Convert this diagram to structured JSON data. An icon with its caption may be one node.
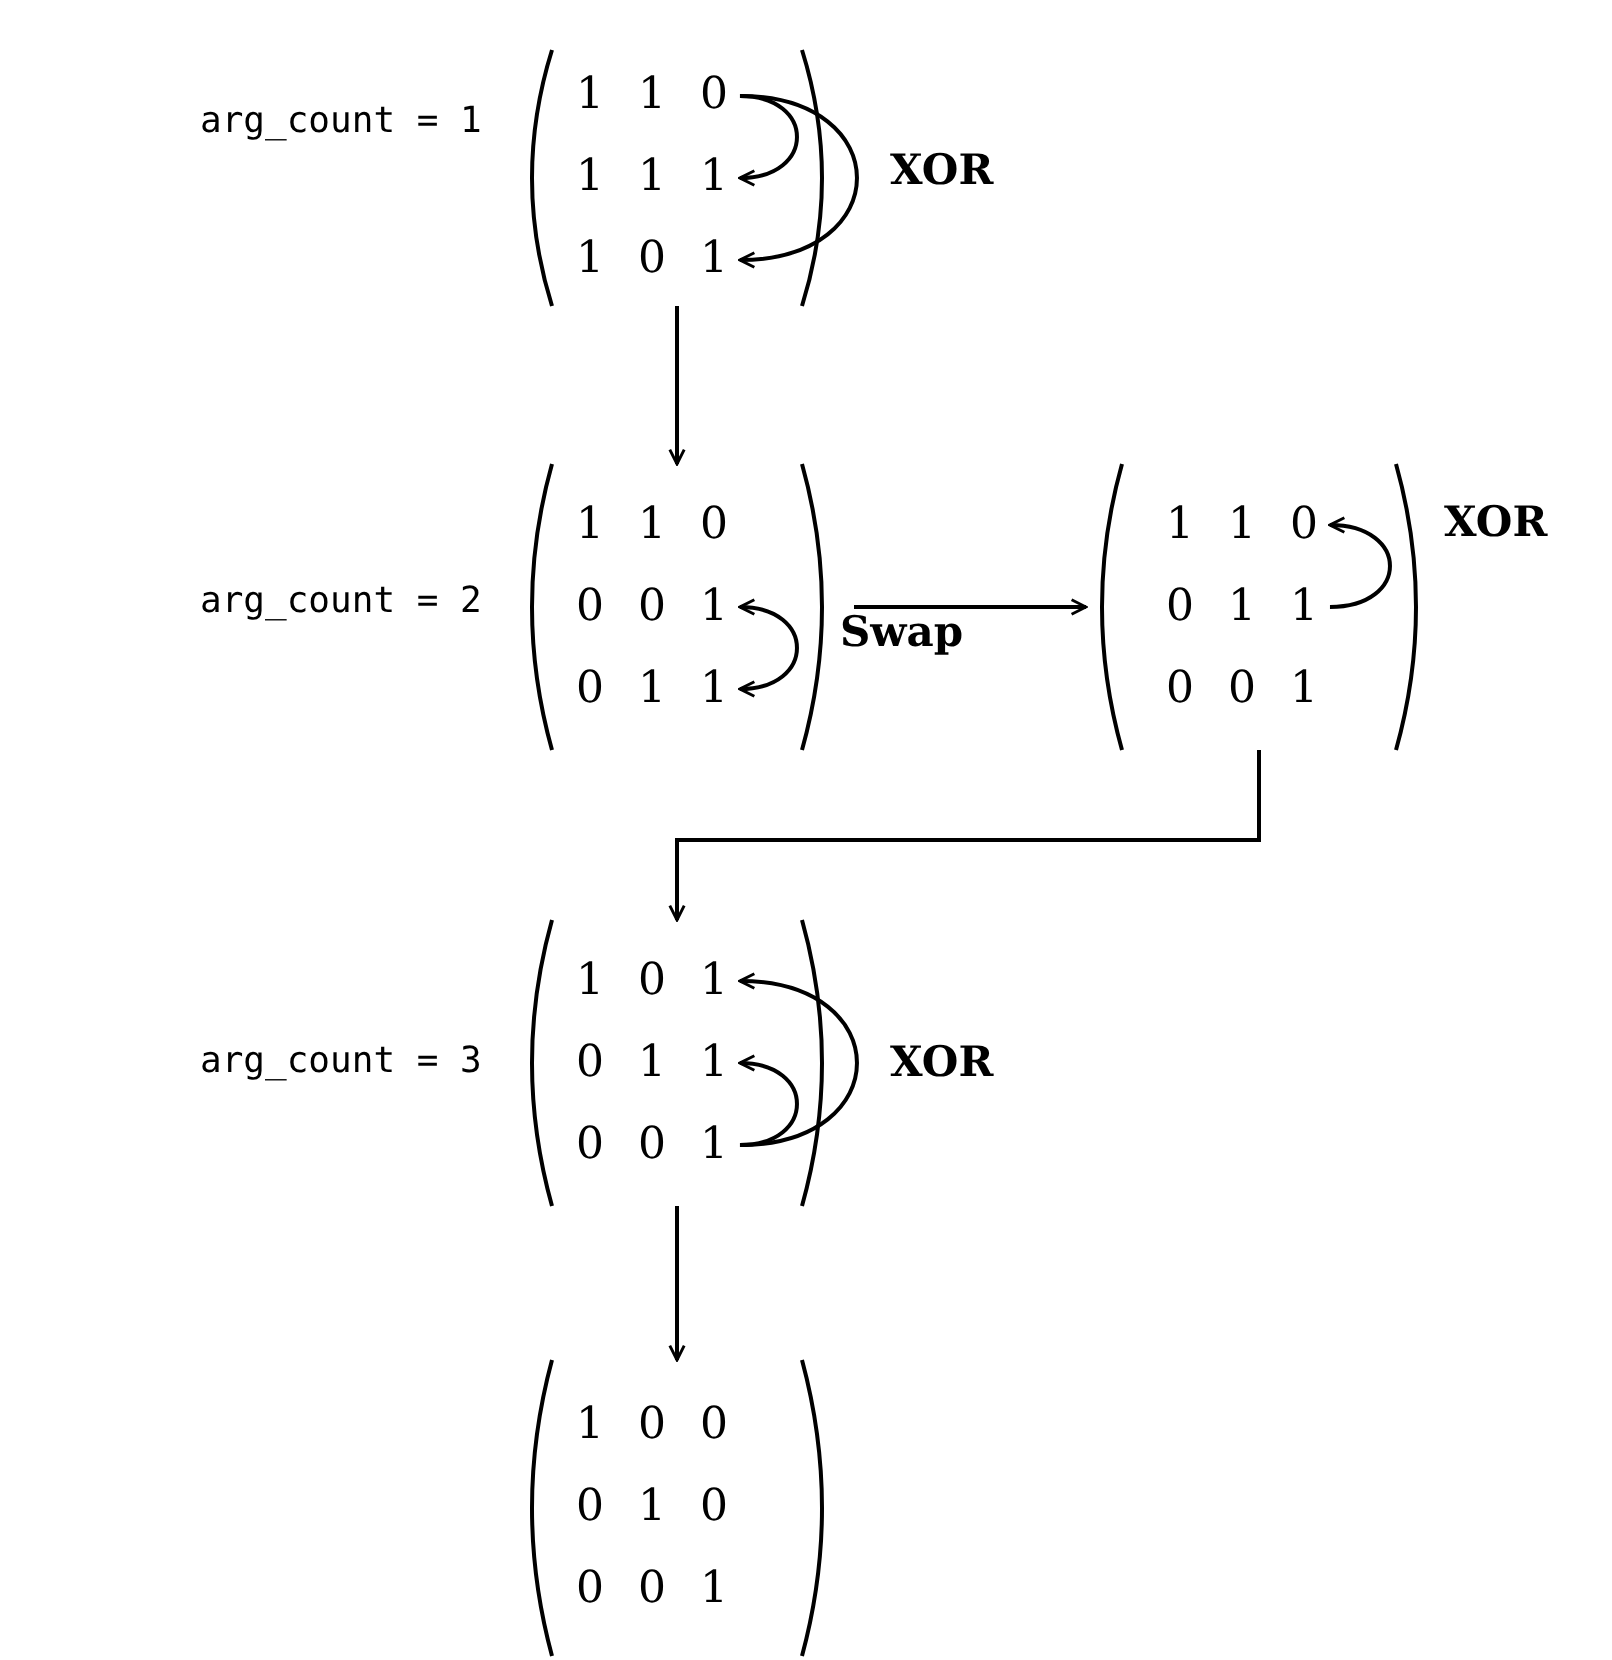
{
  "diagram": {
    "nodes": [
      {
        "text": [],
        "shape": "matrix",
        "beside": [
          "arg_count = 1"
        ]
      },
      {
        "text": [
          "1 1 0"
        ],
        "in": 0
      },
      {
        "text": [
          "1 1 1"
        ],
        "in": 0
      },
      {
        "text": [
          "1 0 1"
        ],
        "in": 0
      },
      {
        "text": [],
        "shape": "matrix",
        "beside": [
          "arg_count = 2"
        ]
      },
      {
        "text": [
          "1 1 0"
        ],
        "in": 4
      },
      {
        "text": [
          "0 0 1"
        ],
        "in": 4
      },
      {
        "text": [
          "0 1 1"
        ],
        "in": 4
      },
      {
        "text": [],
        "shape": "matrix"
      },
      {
        "text": [
          "1 1 0"
        ],
        "in": 8
      },
      {
        "text": [
          "0 1 1"
        ],
        "in": 8
      },
      {
        "text": [
          "0 0 1"
        ],
        "in": 8
      },
      {
        "text": [],
        "shape": "matrix",
        "beside": [
          "arg_count = 3"
        ]
      },
      {
        "text": [
          "1 0 1"
        ],
        "in": 12
      },
      {
        "text": [
          "0 1 1"
        ],
        "in": 12
      },
      {
        "text": [
          "0 0 1"
        ],
        "in": 12
      },
      {
        "text": [],
        "shape": "matrix"
      },
      {
        "text": [
          "1 0 0"
        ],
        "in": 16
      },
      {
        "text": [
          "0 1 0"
        ],
        "in": 16
      },
      {
        "text": [
          "0 0 1"
        ],
        "in": 16
      }
    ],
    "edges": [
      {
        "from": 1,
        "to": 2,
        "arrow": "to",
        "label": "XOR"
      },
      {
        "from": 1,
        "to": 3,
        "arrow": "to"
      },
      {
        "from": 0,
        "to": 4,
        "arrow": "to"
      },
      {
        "from": 6,
        "to": 7,
        "arrow": "both",
        "label": "Swap"
      },
      {
        "from": 4,
        "to": 8,
        "arrow": "to"
      },
      {
        "from": 10,
        "to": 9,
        "arrow": "to",
        "label": "XOR"
      },
      {
        "from": 8,
        "to": 12,
        "arrow": "to"
      },
      {
        "from": 15,
        "to": 13,
        "arrow": "to",
        "label": "XOR"
      },
      {
        "from": 15,
        "to": 14,
        "arrow": "to"
      },
      {
        "from": 12,
        "to": 16,
        "arrow": "to"
      }
    ]
  }
}
